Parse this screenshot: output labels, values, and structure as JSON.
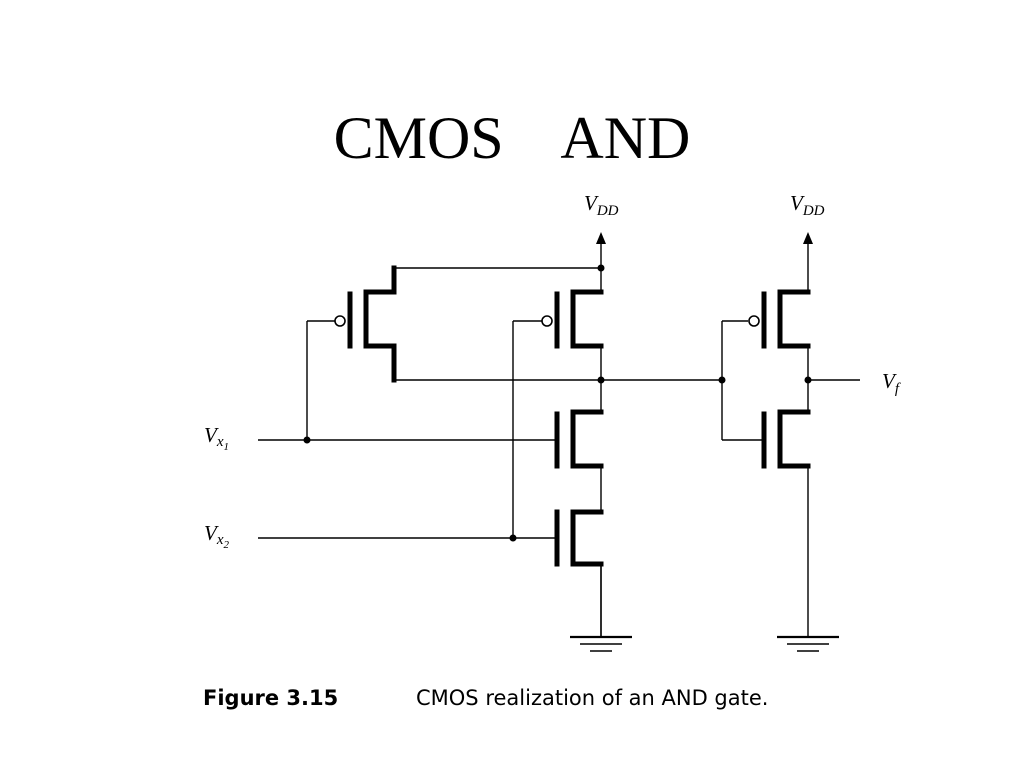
{
  "slide": {
    "title_left": "CMOS",
    "title_right": "AND"
  },
  "diagram": {
    "vdd_label_1": "V",
    "vdd_sub_1": "DD",
    "vdd_label_2": "V",
    "vdd_sub_2": "DD",
    "input_1_label": "V",
    "input_1_sub": "x",
    "input_1_subsub": "1",
    "input_2_label": "V",
    "input_2_sub": "x",
    "input_2_subsub": "2",
    "output_label": "V",
    "output_sub": "f"
  },
  "caption": {
    "figure_number": "Figure 3.15",
    "text": "CMOS realization of an AND gate."
  }
}
